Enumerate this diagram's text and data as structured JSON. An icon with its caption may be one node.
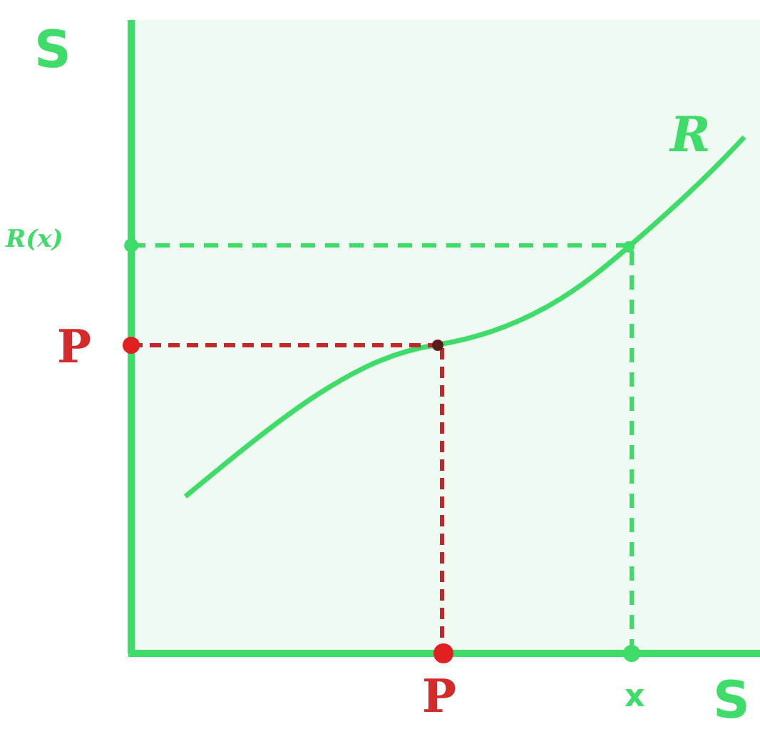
{
  "diagram": {
    "labels": [
      "S",
      "R",
      "R(x)",
      "P",
      "P",
      "x",
      "S"
    ]
  }
}
